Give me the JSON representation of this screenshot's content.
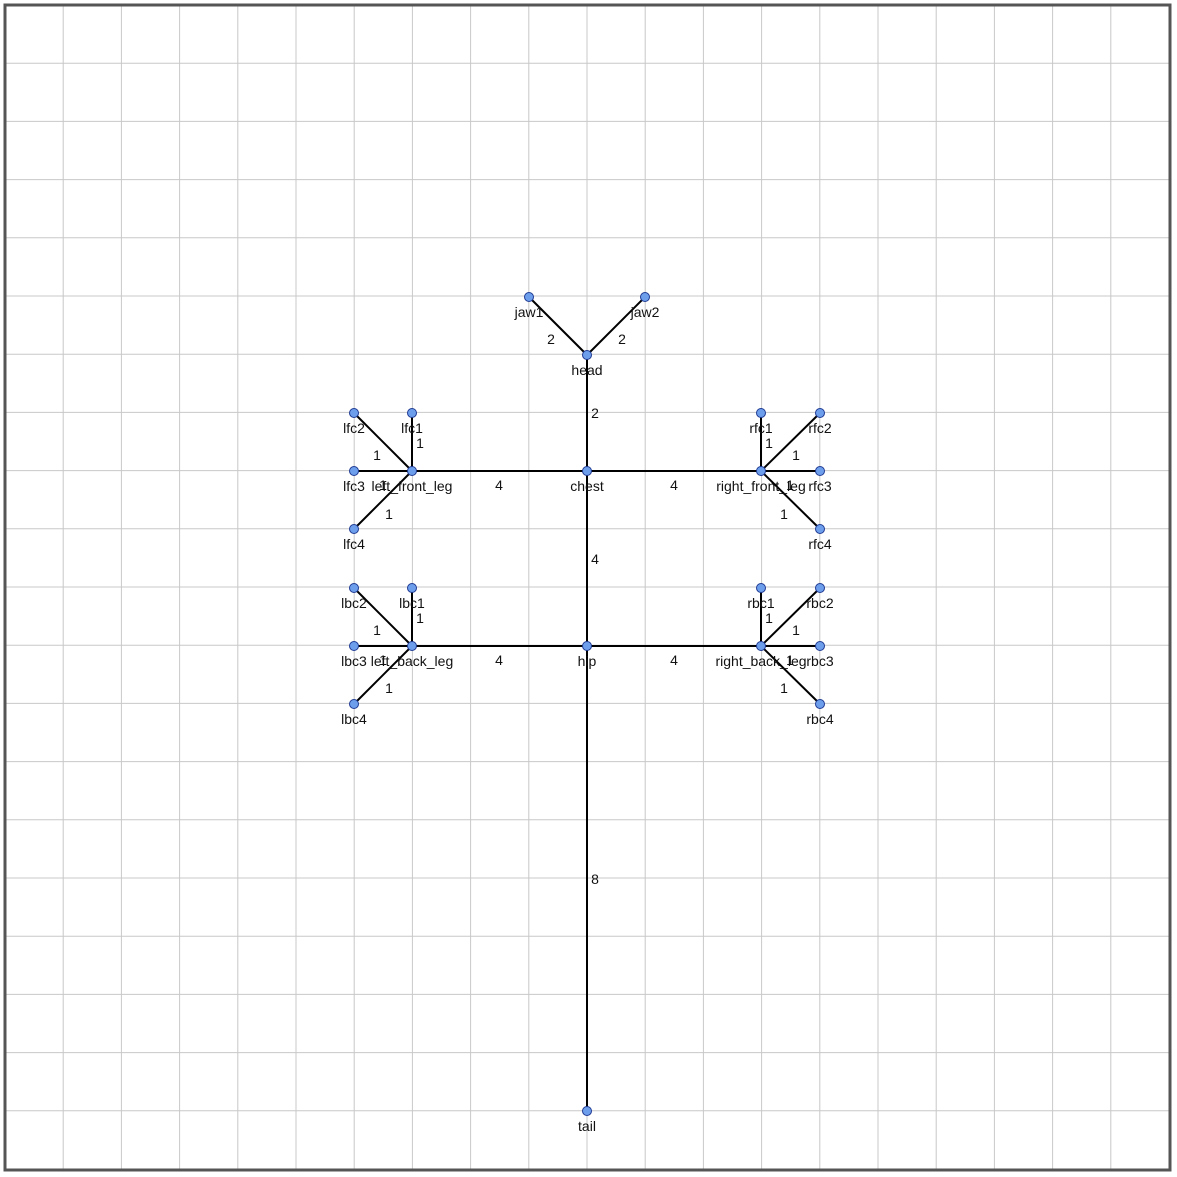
{
  "graph": {
    "nodes": [
      {
        "id": "jaw1",
        "label": "jaw1"
      },
      {
        "id": "jaw2",
        "label": "jaw2"
      },
      {
        "id": "head",
        "label": "head"
      },
      {
        "id": "chest",
        "label": "chest"
      },
      {
        "id": "hip",
        "label": "hip"
      },
      {
        "id": "tail",
        "label": "tail"
      },
      {
        "id": "left_front_leg",
        "label": "left_front_leg"
      },
      {
        "id": "right_front_leg",
        "label": "right_front_leg"
      },
      {
        "id": "left_back_leg",
        "label": "left_back_leg"
      },
      {
        "id": "right_back_leg",
        "label": "right_back_leg"
      },
      {
        "id": "lfc1",
        "label": "lfc1"
      },
      {
        "id": "lfc2",
        "label": "lfc2"
      },
      {
        "id": "lfc3",
        "label": "lfc3"
      },
      {
        "id": "lfc4",
        "label": "lfc4"
      },
      {
        "id": "rfc1",
        "label": "rfc1"
      },
      {
        "id": "rfc2",
        "label": "rfc2"
      },
      {
        "id": "rfc3",
        "label": "rfc3"
      },
      {
        "id": "rfc4",
        "label": "rfc4"
      },
      {
        "id": "lbc1",
        "label": "lbc1"
      },
      {
        "id": "lbc2",
        "label": "lbc2"
      },
      {
        "id": "lbc3",
        "label": "lbc3"
      },
      {
        "id": "lbc4",
        "label": "lbc4"
      },
      {
        "id": "rbc1",
        "label": "rbc1"
      },
      {
        "id": "rbc2",
        "label": "rbc2"
      },
      {
        "id": "rbc3",
        "label": "rbc3"
      },
      {
        "id": "rbc4",
        "label": "rbc4"
      }
    ],
    "edges": [
      {
        "from": "head",
        "to": "jaw1",
        "weight": "2"
      },
      {
        "from": "head",
        "to": "jaw2",
        "weight": "2"
      },
      {
        "from": "chest",
        "to": "head",
        "weight": "2"
      },
      {
        "from": "chest",
        "to": "left_front_leg",
        "weight": "4"
      },
      {
        "from": "chest",
        "to": "right_front_leg",
        "weight": "4"
      },
      {
        "from": "chest",
        "to": "hip",
        "weight": "4"
      },
      {
        "from": "hip",
        "to": "left_back_leg",
        "weight": "4"
      },
      {
        "from": "hip",
        "to": "right_back_leg",
        "weight": "4"
      },
      {
        "from": "hip",
        "to": "tail",
        "weight": "8"
      },
      {
        "from": "left_front_leg",
        "to": "lfc1",
        "weight": "1"
      },
      {
        "from": "left_front_leg",
        "to": "lfc2",
        "weight": "1"
      },
      {
        "from": "left_front_leg",
        "to": "lfc3",
        "weight": "1"
      },
      {
        "from": "left_front_leg",
        "to": "lfc4",
        "weight": "1"
      },
      {
        "from": "right_front_leg",
        "to": "rfc1",
        "weight": "1"
      },
      {
        "from": "right_front_leg",
        "to": "rfc2",
        "weight": "1"
      },
      {
        "from": "right_front_leg",
        "to": "rfc3",
        "weight": "1"
      },
      {
        "from": "right_front_leg",
        "to": "rfc4",
        "weight": "1"
      },
      {
        "from": "left_back_leg",
        "to": "lbc1",
        "weight": "1"
      },
      {
        "from": "left_back_leg",
        "to": "lbc2",
        "weight": "1"
      },
      {
        "from": "left_back_leg",
        "to": "lbc3",
        "weight": "1"
      },
      {
        "from": "left_back_leg",
        "to": "lbc4",
        "weight": "1"
      },
      {
        "from": "right_back_leg",
        "to": "rbc1",
        "weight": "1"
      },
      {
        "from": "right_back_leg",
        "to": "rbc2",
        "weight": "1"
      },
      {
        "from": "right_back_leg",
        "to": "rbc3",
        "weight": "1"
      },
      {
        "from": "right_back_leg",
        "to": "rbc4",
        "weight": "1"
      }
    ]
  },
  "colors": {
    "node_fill": "#6d9eeb",
    "node_stroke": "#1f3a93",
    "edge": "#000000",
    "grid": "#c8c8c8",
    "frame": "#555555"
  }
}
